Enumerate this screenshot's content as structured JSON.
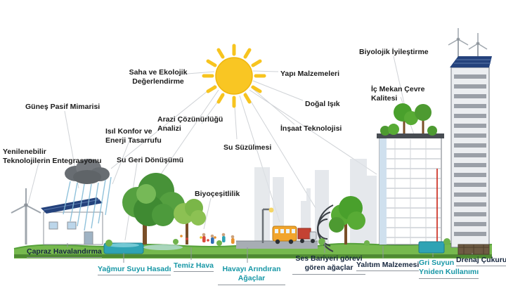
{
  "colors": {
    "teal": "#1797A6",
    "dark": "#17273F",
    "text": "#1b1b1b",
    "sun": "#F7C41F",
    "underline": "#8f959c",
    "green": "#76B94E"
  },
  "labels": {
    "gunes_pasif_mimarisi": "Güneş Pasif Mimarisi",
    "su_geri_donusumu": "Su Geri Dönüşümü",
    "su_suzulmesi": "Su Süzülmesi",
    "biyocesitlilik": "Biyoçeşitlilik",
    "yapi_malzemeleri": "Yapı Malzemeleri",
    "dogal_isik": "Doğal Işık",
    "insaat_teknolojisi": "İnşaat Teknolojisi",
    "biyolojik_iyilestirme": "Biyolojik İyileştirme",
    "capraz_havalandirma": "Çapraz Havalandırma",
    "yagmur_suyu_hasadi": "Yağmur Suyu Hasadı",
    "temiz_hava": "Temiz Hava",
    "yalitim_malzemesi": "Yalıtım Malzemesi",
    "drenaj_cukuru": "Drenaj Çukuru",
    "yenilenebilir": [
      "Yenilenebilir",
      "Teknolojilerin Entegrasyonu"
    ],
    "isil_konfor": [
      "Isıl Konfor ve",
      "Enerji Tasarrufu"
    ],
    "saha_ekolojik": [
      "Saha ve Ekolojik",
      "Değerlendirme"
    ],
    "arazi_cozunurlugu": [
      "Arazi Çözünürlüğü",
      "Analizi"
    ],
    "ic_mekan": [
      "İç Mekan Çevre",
      "Kalitesi"
    ],
    "havayi_arindiran": [
      "Havayı Arındıran",
      "Ağaçlar"
    ],
    "ses_bariyeri": [
      "Ses Bariyeri görevi",
      "gören ağaçlar"
    ],
    "gri_suyun": [
      "Gri Suyun",
      "Yniden Kullanımı"
    ]
  }
}
